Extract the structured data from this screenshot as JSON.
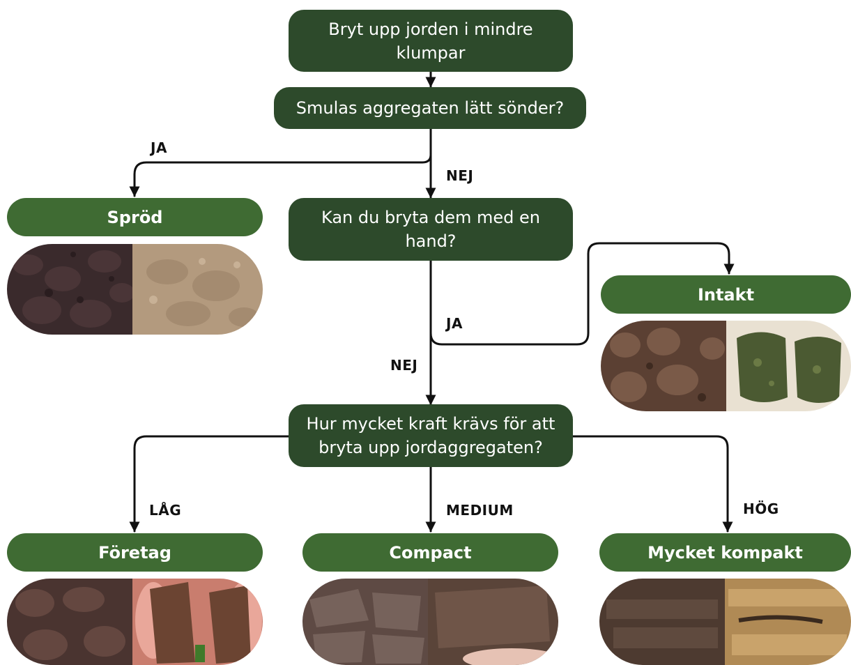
{
  "questions": {
    "q1": "Bryt upp jorden i mindre klumpar",
    "q2": "Smulas aggregaten lätt sönder?",
    "q3": "Kan du bryta dem med en hand?",
    "q4": "Hur mycket kraft krävs för att bryta upp jordaggregaten?"
  },
  "labels": {
    "ja_1": "JA",
    "nej_1": "NEJ",
    "ja_2": "JA",
    "nej_2": "NEJ",
    "lag": "LÅG",
    "medium": "MEDIUM",
    "hog": "HÖG"
  },
  "results": {
    "sprod": "Spröd",
    "intakt": "Intakt",
    "foretag": "Företag",
    "compact": "Compact",
    "mycket": "Mycket kompakt"
  },
  "colors": {
    "question_box": "#2d4a2b",
    "result_box": "#3f6b33",
    "arrow": "#111111"
  }
}
